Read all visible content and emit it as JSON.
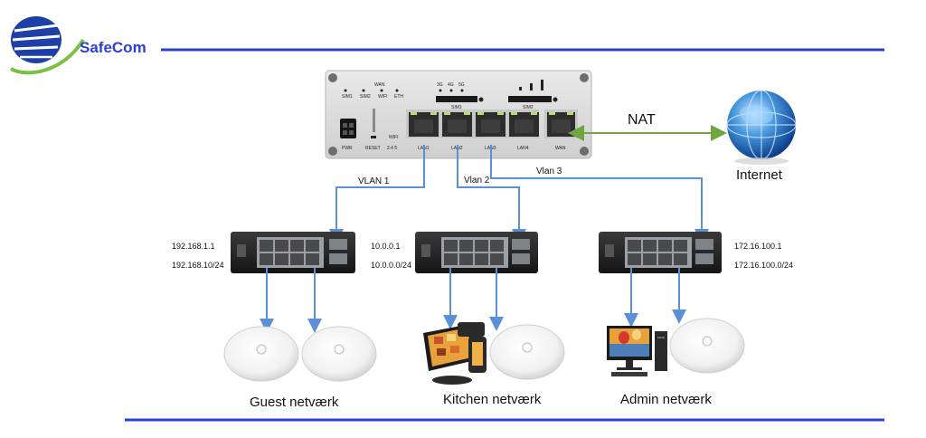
{
  "brand": {
    "name": "SafeCom"
  },
  "router": {
    "top_labels": [
      "SIM1",
      "SIM2",
      "WIFI",
      "ETH"
    ],
    "wan_top": "WAN",
    "band_labels": [
      "3G",
      "4G",
      "5G"
    ],
    "sim1": "SIM1",
    "sim2": "SIM2",
    "pwr": "PWR",
    "reset": "RESET",
    "wifi": "WIFI",
    "wifi_bands": "2.4  5",
    "ports": [
      "LAN1",
      "LAN2",
      "LAN3",
      "LAN4",
      "WAN"
    ]
  },
  "nat_label": "NAT",
  "internet_label": "Internet",
  "vlans": [
    "VLAN 1",
    "Vlan 2",
    "Vlan 3"
  ],
  "networks": [
    {
      "gateway": "192.168.1.1",
      "subnet": "192.168.10/24",
      "name": "Guest netværk"
    },
    {
      "gateway": "10.0.0.1",
      "subnet": "10.0.0.0/24",
      "name": "Kitchen netværk"
    },
    {
      "gateway": "172.16.100.1",
      "subnet": "172.16.100.0/24",
      "name": "Admin netværk"
    }
  ],
  "colors": {
    "rule": "#2b3fd1",
    "link": "#5b8fd6",
    "nat_link": "#7ab648",
    "brand_text": "#2b3fd1"
  }
}
